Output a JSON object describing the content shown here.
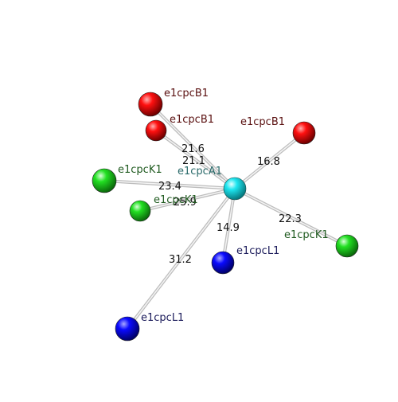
{
  "colors": {
    "center": "#19d6e0",
    "red": "#e00000",
    "green": "#1fd41f",
    "blue": "#0000e0",
    "label_red": "#5a1010",
    "label_green": "#1f5a1f",
    "label_blue": "#1a1a5a",
    "label_center": "#2a6a6a",
    "bond": "#bdbdbd"
  },
  "center": {
    "label": "e1cpcA1"
  },
  "neighbors": [
    {
      "id": "b1-top",
      "label": "e1cpcB1",
      "type": "red",
      "distance": "21.6"
    },
    {
      "id": "b1-mid",
      "label": "e1cpcB1",
      "type": "red",
      "distance": "21.1"
    },
    {
      "id": "b1-right",
      "label": "e1cpcB1",
      "type": "red",
      "distance": "16.8"
    },
    {
      "id": "k1-left",
      "label": "e1cpcK1",
      "type": "green",
      "distance": "23.4"
    },
    {
      "id": "k1-inner",
      "label": "e1cpcK1",
      "type": "green",
      "distance": "25.9"
    },
    {
      "id": "k1-right",
      "label": "e1cpcK1",
      "type": "green",
      "distance": "22.3"
    },
    {
      "id": "l1-near",
      "label": "e1cpcL1",
      "type": "blue",
      "distance": "14.9"
    },
    {
      "id": "l1-far",
      "label": "e1cpcL1",
      "type": "blue",
      "distance": "31.2"
    }
  ]
}
